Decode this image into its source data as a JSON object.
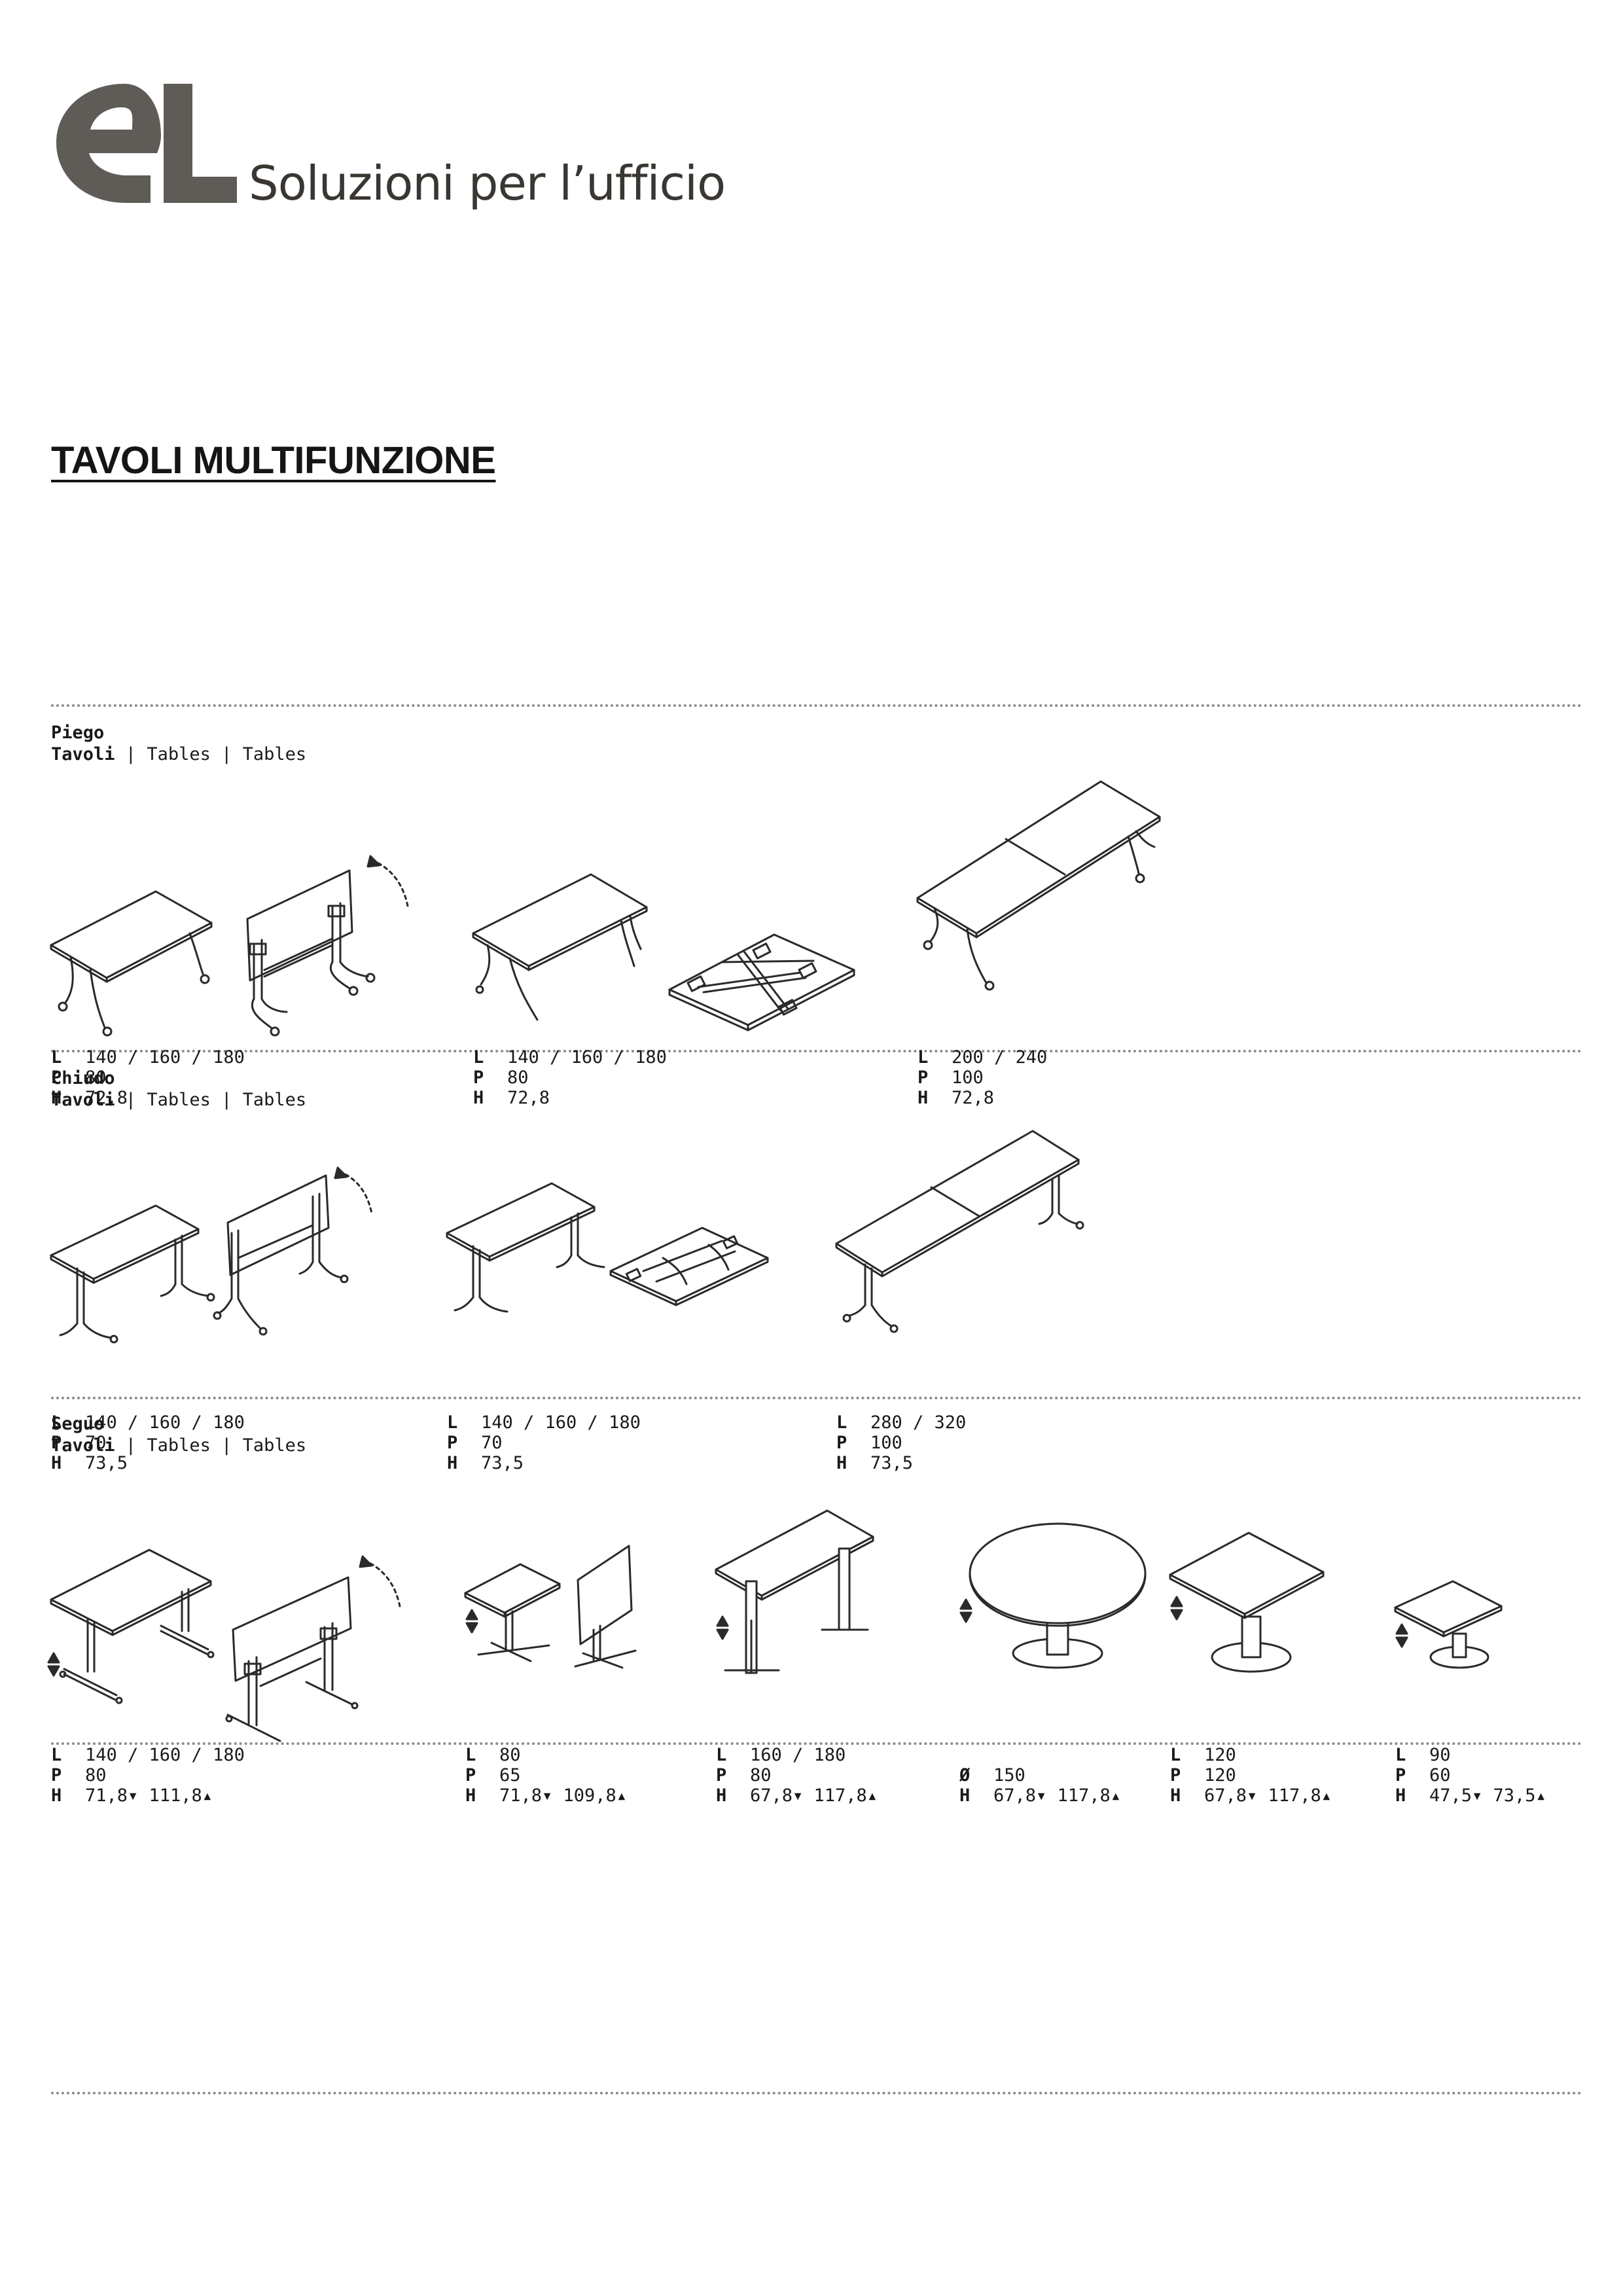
{
  "brand": {
    "logo_text": "eL",
    "tagline": "Soluzioni per l’ufficio",
    "logo_color": "#5f5b56"
  },
  "page_title": "TAVOLI MULTIFUNZIONE",
  "colors": {
    "text": "#1a1a1a",
    "divider": "#8a8a8a",
    "drawing": "#2a2a2a"
  },
  "sections": [
    {
      "name": "Piego",
      "subtitle": {
        "first": "Tavoli",
        "rest": " | Tables | Tables"
      },
      "products": [
        {
          "drawing": "folding-table-with-folded-view-icon",
          "specs": [
            {
              "k": "L",
              "v": "140 / 160 / 180"
            },
            {
              "k": "P",
              "v": "80"
            },
            {
              "k": "H",
              "v": "72,8"
            }
          ]
        },
        {
          "drawing": "table-with-nested-view-icon",
          "specs": [
            {
              "k": "L",
              "v": "140 / 160 / 180"
            },
            {
              "k": "P",
              "v": "80"
            },
            {
              "k": "H",
              "v": "72,8"
            }
          ]
        },
        {
          "drawing": "long-table-icon",
          "specs": [
            {
              "k": "L",
              "v": "200 / 240"
            },
            {
              "k": "P",
              "v": "100"
            },
            {
              "k": "H",
              "v": "72,8"
            }
          ]
        }
      ]
    },
    {
      "name": "Chiudo",
      "subtitle": {
        "first": "Tavoli",
        "rest": " | Tables | Tables"
      },
      "products": [
        {
          "drawing": "folding-table-with-folded-view-icon",
          "specs": [
            {
              "k": "L",
              "v": "140 / 160 / 180"
            },
            {
              "k": "P",
              "v": "70"
            },
            {
              "k": "H",
              "v": "73,5"
            }
          ]
        },
        {
          "drawing": "table-with-nested-view-icon",
          "specs": [
            {
              "k": "L",
              "v": "140 / 160 / 180"
            },
            {
              "k": "P",
              "v": "70"
            },
            {
              "k": "H",
              "v": "73,5"
            }
          ]
        },
        {
          "drawing": "long-table-icon",
          "specs": [
            {
              "k": "L",
              "v": "280 / 320"
            },
            {
              "k": "P",
              "v": "100"
            },
            {
              "k": "H",
              "v": "73,5"
            }
          ]
        }
      ]
    },
    {
      "name": "Seguo",
      "subtitle": {
        "first": "Tavoli",
        "rest": " | Tables | Tables"
      },
      "products": [
        {
          "drawing": "height-adjustable-table-with-folded-view-icon",
          "specs": [
            {
              "k": "L",
              "v": "140 / 160 / 180"
            },
            {
              "k": "P",
              "v": "80"
            },
            {
              "k": "H",
              "v": "71,8▾ 111,8▴"
            }
          ]
        },
        {
          "drawing": "small-adjustable-table-with-folded-view-icon",
          "specs": [
            {
              "k": "L",
              "v": "80"
            },
            {
              "k": "P",
              "v": "65"
            },
            {
              "k": "H",
              "v": "71,8▾ 109,8▴"
            }
          ]
        },
        {
          "drawing": "electric-desk-icon",
          "specs": [
            {
              "k": "L",
              "v": "160 / 180"
            },
            {
              "k": "P",
              "v": "80"
            },
            {
              "k": "H",
              "v": "67,8▾ 117,8▴"
            }
          ]
        },
        {
          "drawing": "round-pedestal-table-icon",
          "specs": [
            {
              "k": "Ø",
              "v": "150"
            },
            {
              "k": "H",
              "v": "67,8▾ 117,8▴"
            }
          ]
        },
        {
          "drawing": "square-pedestal-table-icon",
          "specs": [
            {
              "k": "L",
              "v": "120"
            },
            {
              "k": "P",
              "v": "120"
            },
            {
              "k": "H",
              "v": "67,8▾ 117,8▴"
            }
          ]
        },
        {
          "drawing": "small-pedestal-table-icon",
          "specs": [
            {
              "k": "L",
              "v": "90"
            },
            {
              "k": "P",
              "v": "60"
            },
            {
              "k": "H",
              "v": "47,5▾ 73,5▴"
            }
          ]
        }
      ]
    }
  ]
}
